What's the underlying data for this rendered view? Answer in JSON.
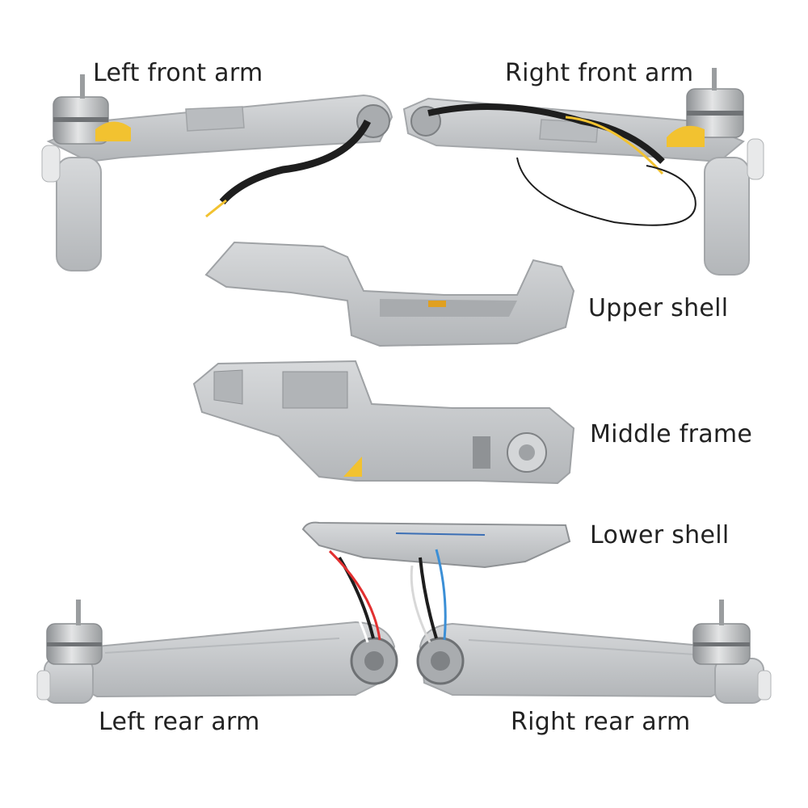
{
  "labels": {
    "left_front_arm": "Left front arm",
    "right_front_arm": "Right front arm",
    "upper_shell": "Upper shell",
    "middle_frame": "Middle frame",
    "lower_shell": "Lower shell",
    "left_rear_arm": "Left rear arm",
    "right_rear_arm": "Right rear arm"
  },
  "colors": {
    "background": "#ffffff",
    "plastic": "#c9cbcd",
    "plastic_dark": "#9fa2a5",
    "motor": "#b7b9bb",
    "yellow_sticker": "#f2c230",
    "cable": "#1e1e1e"
  }
}
